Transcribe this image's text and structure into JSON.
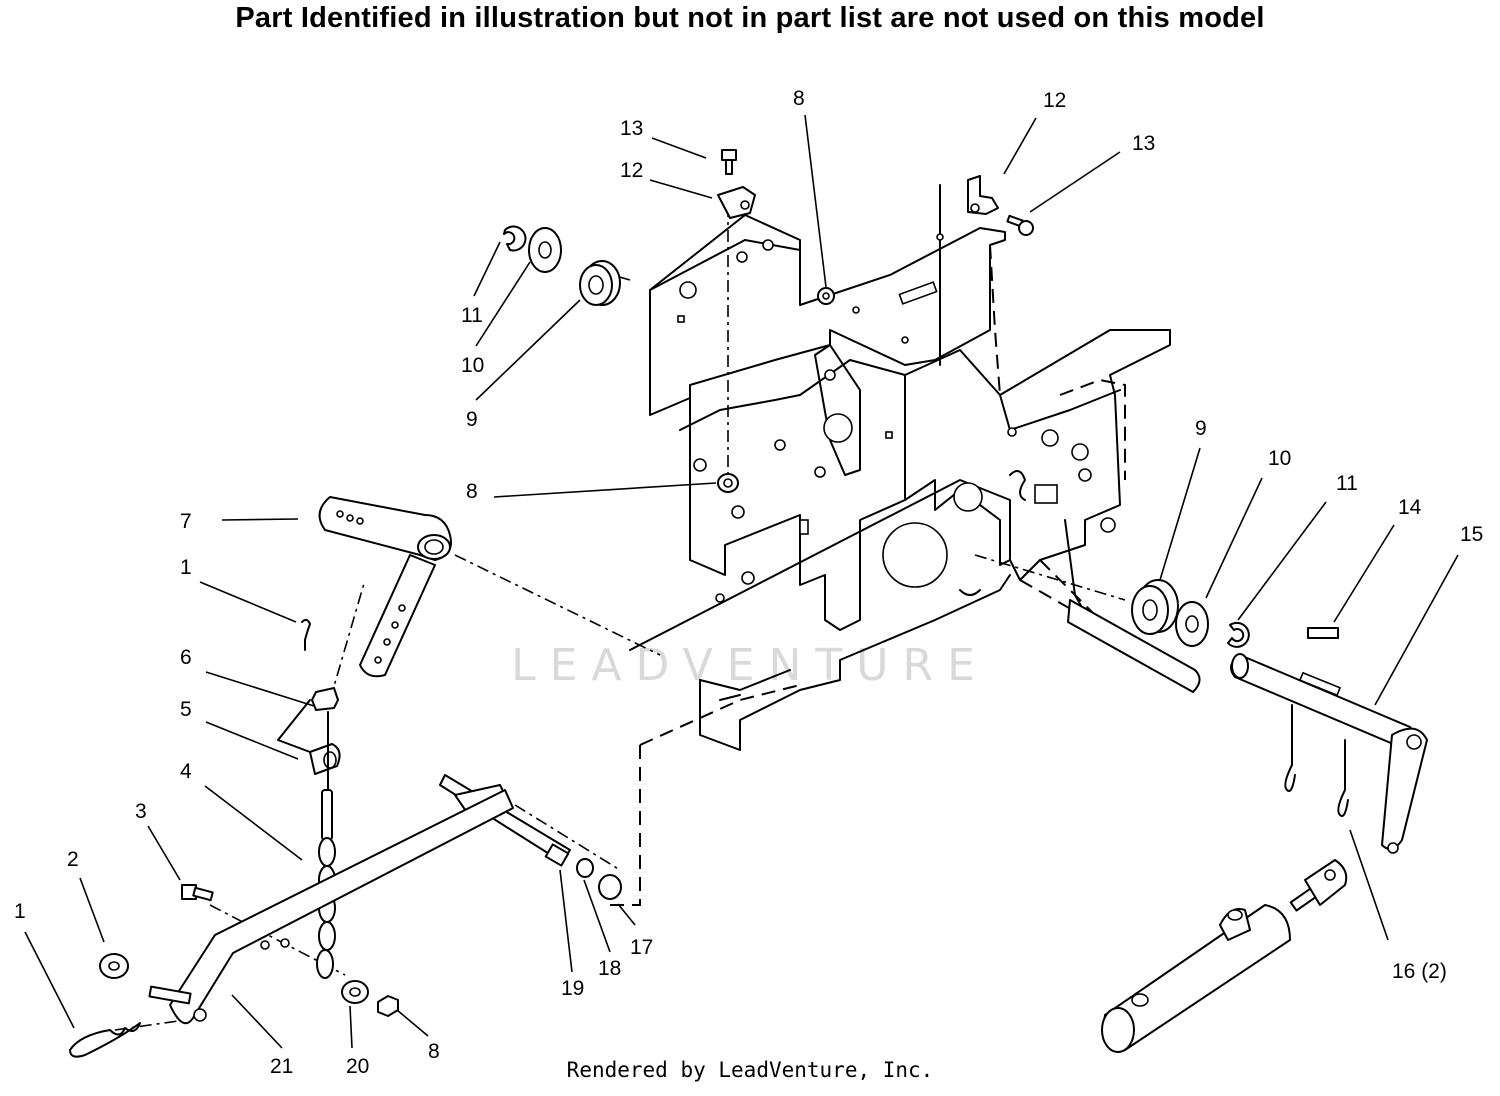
{
  "notice": "Part Identified in illustration but not in part list are not used on this model",
  "footer": "Rendered by LeadVenture, Inc.",
  "watermark": "LEADVENTURE",
  "callouts": [
    {
      "id": "c-13a",
      "text": "13"
    },
    {
      "id": "c-12a",
      "text": "12"
    },
    {
      "id": "c-8a",
      "text": "8"
    },
    {
      "id": "c-12b",
      "text": "12"
    },
    {
      "id": "c-13b",
      "text": "13"
    },
    {
      "id": "c-11a",
      "text": "11"
    },
    {
      "id": "c-10a",
      "text": "10"
    },
    {
      "id": "c-9a",
      "text": "9"
    },
    {
      "id": "c-8b",
      "text": "8"
    },
    {
      "id": "c-7",
      "text": "7"
    },
    {
      "id": "c-1a",
      "text": "1"
    },
    {
      "id": "c-6",
      "text": "6"
    },
    {
      "id": "c-5",
      "text": "5"
    },
    {
      "id": "c-4",
      "text": "4"
    },
    {
      "id": "c-3",
      "text": "3"
    },
    {
      "id": "c-2",
      "text": "2"
    },
    {
      "id": "c-1b",
      "text": "1"
    },
    {
      "id": "c-21",
      "text": "21"
    },
    {
      "id": "c-20",
      "text": "20"
    },
    {
      "id": "c-8c",
      "text": "8"
    },
    {
      "id": "c-19",
      "text": "19"
    },
    {
      "id": "c-18",
      "text": "18"
    },
    {
      "id": "c-17",
      "text": "17"
    },
    {
      "id": "c-9b",
      "text": "9"
    },
    {
      "id": "c-10b",
      "text": "10"
    },
    {
      "id": "c-11b",
      "text": "11"
    },
    {
      "id": "c-14",
      "text": "14"
    },
    {
      "id": "c-15",
      "text": "15"
    },
    {
      "id": "c-16",
      "text": "16 (2)"
    }
  ]
}
